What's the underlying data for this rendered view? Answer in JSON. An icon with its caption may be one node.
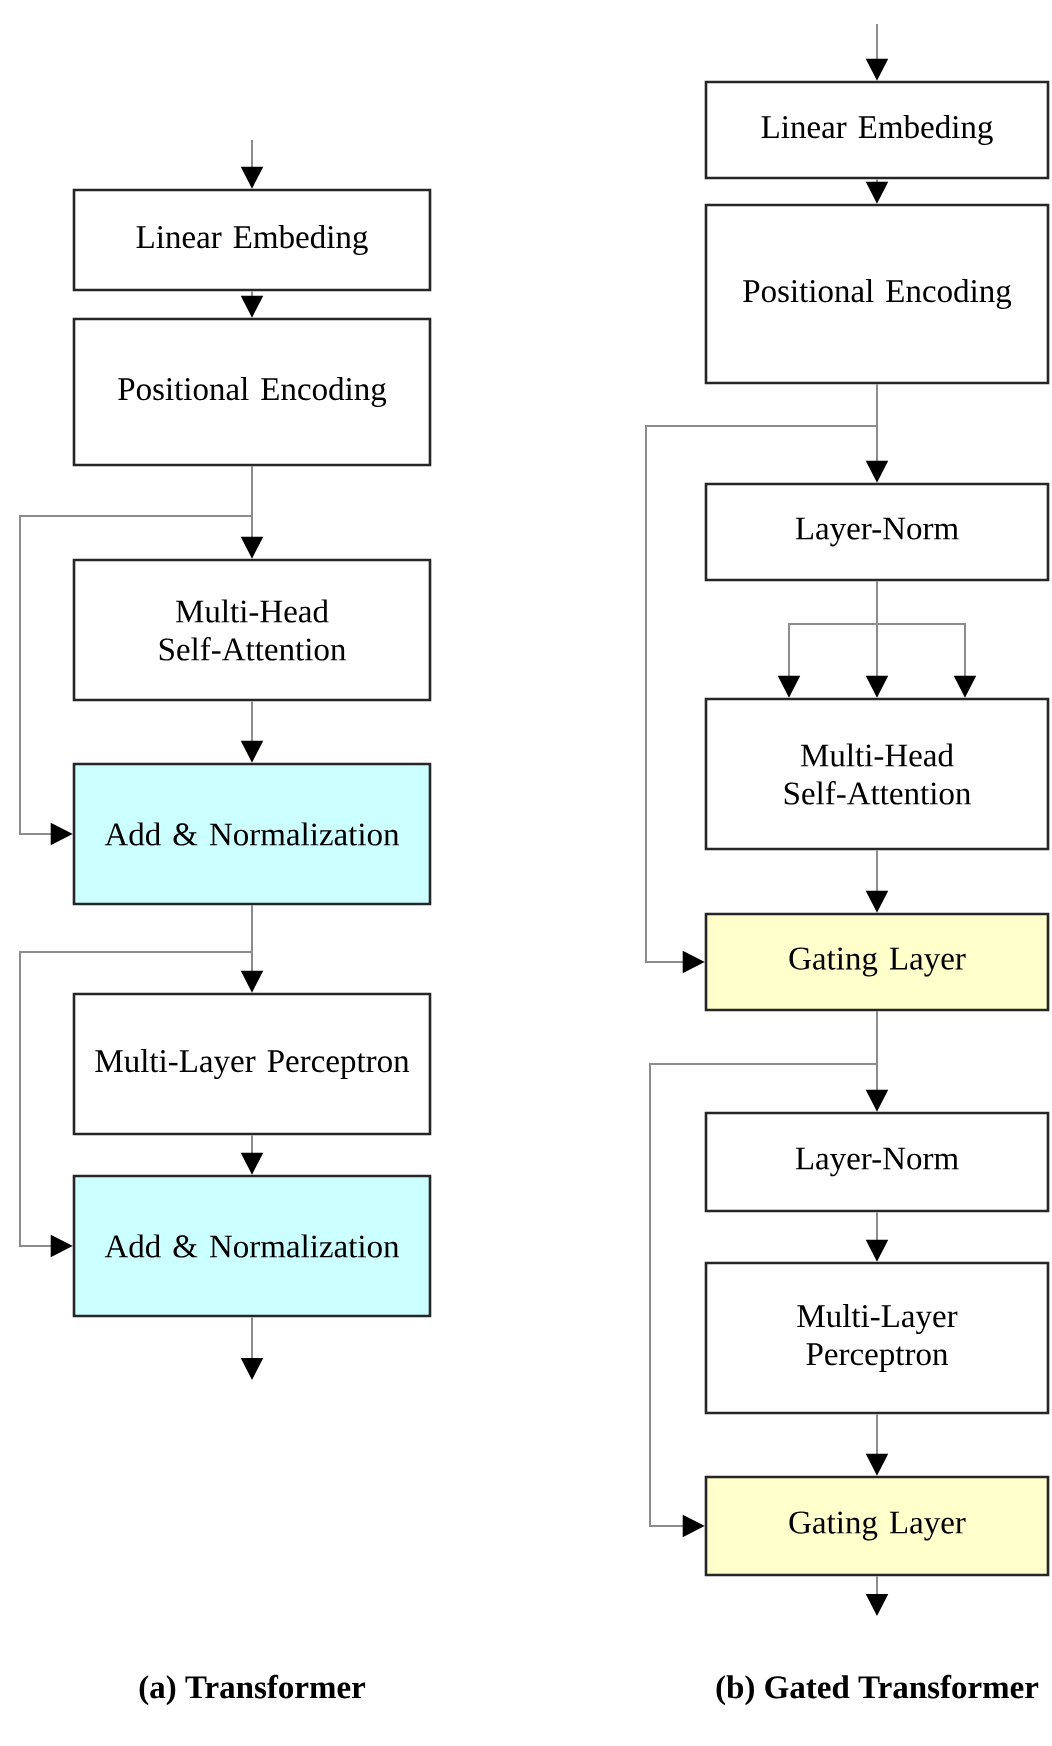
{
  "diagram": {
    "nodes": [
      {
        "text": [
          "Linear Embeding"
        ]
      },
      {
        "text": [
          "Positional Encoding"
        ]
      },
      {
        "text": [
          "Multi-Head Self-Attention"
        ]
      },
      {
        "text": [
          "Add & Normalization"
        ]
      },
      {
        "text": [
          "Multi-Layer Perceptron"
        ]
      },
      {
        "text": [
          "Add & Normalization"
        ]
      },
      {
        "text": [
          "Linear Embeding"
        ]
      },
      {
        "text": [
          "Positional Encoding"
        ]
      },
      {
        "text": [
          "Layer-Norm"
        ]
      },
      {
        "text": [
          "Multi-Head Self-Attention"
        ]
      },
      {
        "text": [
          "Gating Layer"
        ]
      },
      {
        "text": [
          "Layer-Norm"
        ]
      },
      {
        "text": [
          "Multi-Layer Perceptron"
        ]
      },
      {
        "text": [
          "Gating Layer"
        ]
      }
    ],
    "edges": [
      {
        "from": null,
        "to": 0,
        "arrow": "to"
      },
      {
        "from": 0,
        "to": 1,
        "arrow": "to"
      },
      {
        "from": 1,
        "to": 2,
        "arrow": "to"
      },
      {
        "from": 1,
        "to": 3,
        "arrow": "to"
      },
      {
        "from": 2,
        "to": 3,
        "arrow": "to"
      },
      {
        "from": 3,
        "to": 4,
        "arrow": "to"
      },
      {
        "from": 3,
        "to": 5,
        "arrow": "to"
      },
      {
        "from": 4,
        "to": 5,
        "arrow": "to"
      },
      {
        "from": 5,
        "to": null,
        "arrow": "to"
      },
      {
        "from": null,
        "to": 6,
        "arrow": "to"
      },
      {
        "from": 6,
        "to": 7,
        "arrow": "to"
      },
      {
        "from": 7,
        "to": 8,
        "arrow": "to"
      },
      {
        "from": 7,
        "to": 10,
        "arrow": "to"
      },
      {
        "from": 8,
        "to": 9,
        "arrow": "to"
      },
      {
        "from": 8,
        "to": 9,
        "arrow": "to"
      },
      {
        "from": 8,
        "to": 9,
        "arrow": "to"
      },
      {
        "from": 9,
        "to": 10,
        "arrow": "to"
      },
      {
        "from": 10,
        "to": 11,
        "arrow": "to"
      },
      {
        "from": 10,
        "to": 13,
        "arrow": "to"
      },
      {
        "from": 11,
        "to": 12,
        "arrow": "to"
      },
      {
        "from": 12,
        "to": 13,
        "arrow": "to"
      },
      {
        "from": 13,
        "to": null,
        "arrow": "to"
      }
    ],
    "labels": [
      "(a) Transformer",
      "(b) Gated Transformer"
    ]
  }
}
